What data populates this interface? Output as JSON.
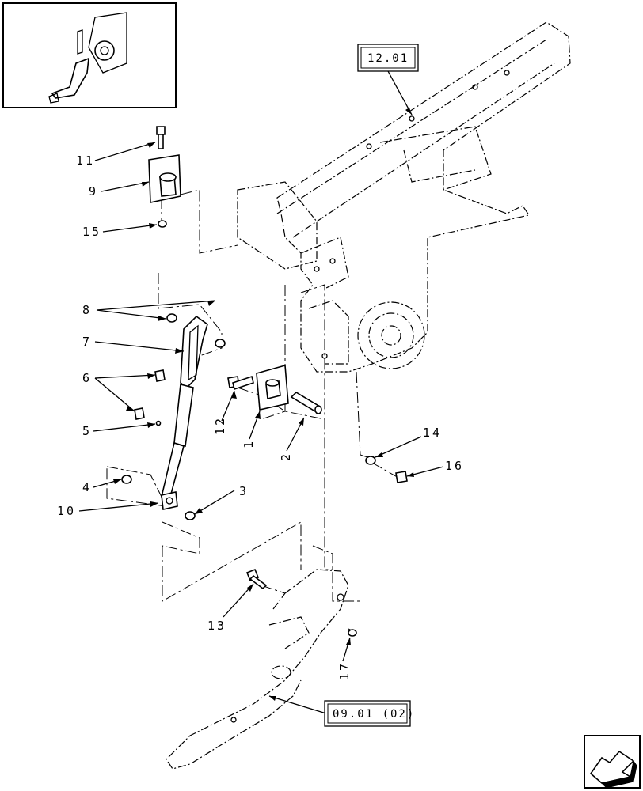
{
  "callouts": {
    "c1": "1",
    "c2": "2",
    "c3": "3",
    "c4": "4",
    "c5": "5",
    "c6": "6",
    "c7": "7",
    "c8": "8",
    "c9": "9",
    "c10": "10",
    "c11": "11",
    "c12": "12",
    "c13": "13",
    "c14": "14",
    "c15": "15",
    "c16": "16",
    "c17": "17"
  },
  "references": {
    "frame": "12.01",
    "pedal": "09.01 (02)"
  },
  "icons": {
    "nav": "next-page-arrow-icon"
  }
}
